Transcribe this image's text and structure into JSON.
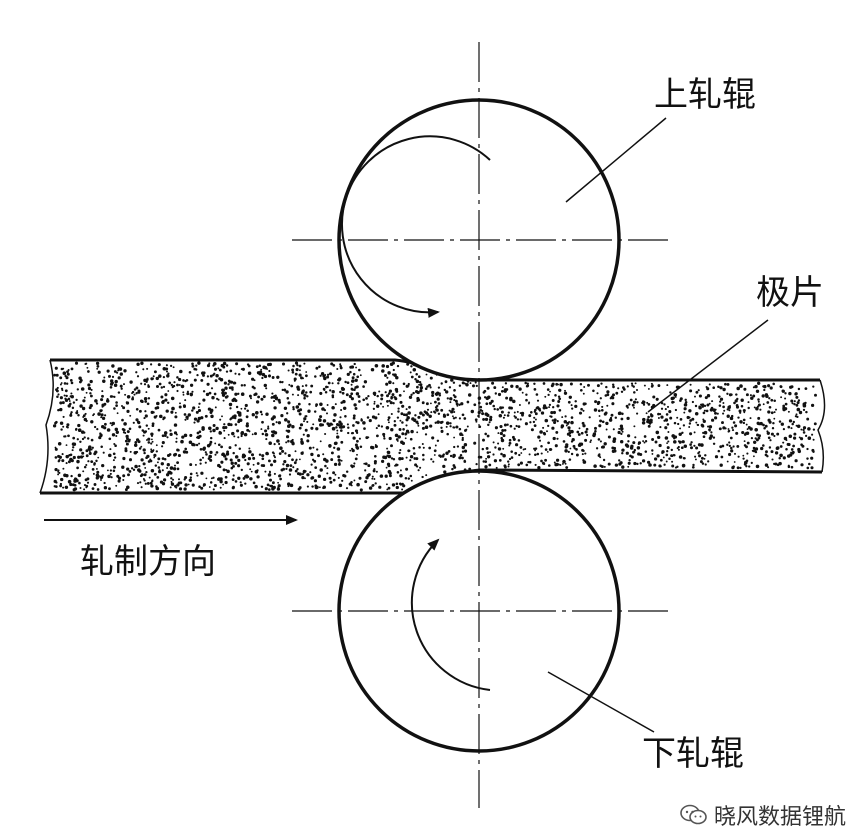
{
  "labels": {
    "upper_roll": "上轧辊",
    "electrode_sheet": "极片",
    "rolling_direction": "轧制方向",
    "lower_roll": "下轧辊"
  },
  "watermark": {
    "text": "晓风数据锂航",
    "icon": "wechat-icon"
  },
  "colors": {
    "line": "#111111",
    "background": "#ffffff"
  }
}
